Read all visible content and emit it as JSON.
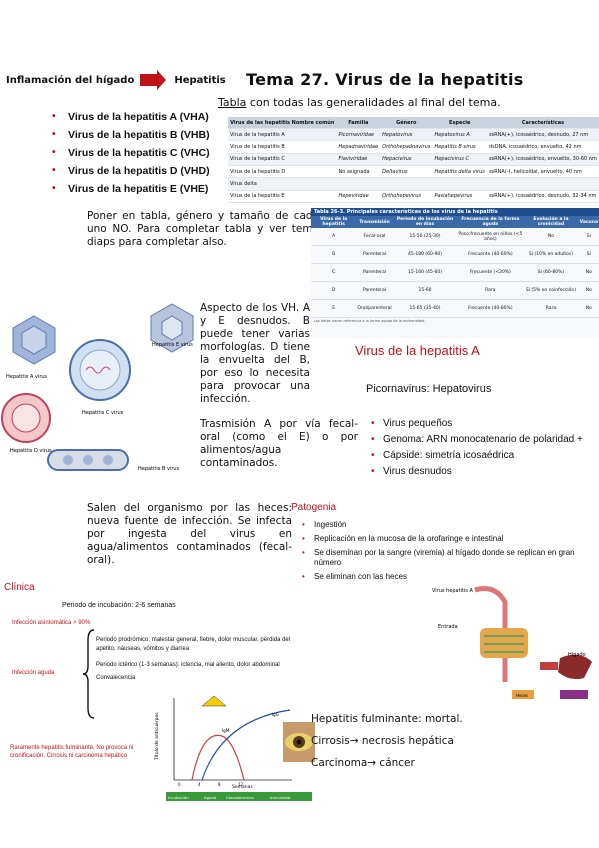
{
  "header": {
    "left_text": "Inflamación del hígado",
    "left_target": "Hepatitis",
    "title": "Tema 27. Virus de la hepatitis",
    "subtitle_link": "Tabla",
    "subtitle_rest": " con todas las generalidades al final del tema."
  },
  "virus_list": [
    "Virus de la hepatitis A (VHA)",
    "Virus de la hepatitis B (VHB)",
    "Virus de la hepatitis C (VHC)",
    "Virus de la hepatitis D (VHD)",
    "Virus de la hepatitis E (VHE)"
  ],
  "note_table": "Poner en tabla, género y tamaño de cada uno NO. Para completar tabla y ver tema diaps para completar also.",
  "table1": {
    "headers": [
      "Virus de las hepatitis Nombre común",
      "Familia",
      "Género",
      "Especie",
      "Características"
    ],
    "rows": [
      [
        "Virus de la hepatitis A",
        "Picornaviridae",
        "Hepatovirus",
        "Hepatovirus A",
        "ssRNA(+), icosaédrico, desnudo, 27 nm"
      ],
      [
        "Virus de la hepatitis B",
        "Hepadnaviridae",
        "Orthohepadnavirus",
        "Hepatitis B virus",
        "dsDNA, icosaédrico, envuelto, 42 nm"
      ],
      [
        "Virus de la hepatitis C",
        "Flaviviridae",
        "Hepacivirus",
        "Hepacivirus C",
        "ssRNA(+), icosaédrico, envuelto, 30-60 nm"
      ],
      [
        "Virus de la hepatitis D",
        "No asignada",
        "Deltavirus",
        "Hepatitis delta virus",
        "ssRNA(-), helicoidal, envuelto, 40 nm"
      ],
      [
        "Virus delta",
        "",
        "",
        "",
        ""
      ],
      [
        "Virus de la hepatitis E",
        "Hepeviridae",
        "Orthohepevirus",
        "Paslahepevirus",
        "ssRNA(+), icosaédrico, desnudo, 32-34 nm"
      ]
    ]
  },
  "table2": {
    "caption": "Tabla 26-3. Principales características de los virus de la hepatitis",
    "headers": [
      "Virus de la hepatitis",
      "Transmisión",
      "Período de incubación en días",
      "Frecuencia de la forma aguda",
      "Evolución a la cronicidad",
      "Vacuna"
    ],
    "rows": [
      [
        "A",
        "Fecal-oral",
        "15-50 (25-30)",
        "Poco frecuente en niños (<5 años)",
        "No",
        "Sí"
      ],
      [
        "B",
        "Parenteral",
        "45-180 (60-90)",
        "Frecuente (40-60%)",
        "Sí (10% en adultos)",
        "Sí"
      ],
      [
        "C",
        "Parenteral",
        "15-160 (45-60)",
        "Frecuente (<20%)",
        "Sí (60-80%)",
        "No"
      ],
      [
        "D",
        "Parenteral",
        "15-60",
        "Rara",
        "Sí (5% en coinfección)",
        "No"
      ],
      [
        "E",
        "Oral/parenteral",
        "15-65 (35-40)",
        "Frecuente (40-80%)",
        "Rara",
        "No"
      ]
    ],
    "footnote": "Los datos hacen referencia a la forma aguda de la enfermedad."
  },
  "virus_images": {
    "hav": "Hepatitis A virus",
    "hev": "Hepatitis E virus",
    "hcv": "Hepatitis C virus",
    "hdv": "Hepatitis D virus",
    "hbv": "Hepatitis B virus"
  },
  "aspect_text": "Aspecto de los VH. A y E desnudos. B puede tener varias morfologías. D tiene la envuelta del B, por eso lo necesita para provocar una infección.",
  "transmission_text": "Trasmisión A por vía fecal-oral (como el E) o por alimentos/agua contaminados.",
  "hav_section": {
    "title": "Virus de la hepatitis A",
    "family": "Picornavirus: Hepatovirus",
    "props": [
      "Virus pequeños",
      "Genoma: ARN monocatenario de polaridad +",
      "Cápside: simetría icosaédrica",
      "Virus desnudos"
    ]
  },
  "exit_text": "Salen del organismo por las heces: nueva fuente de infección. Se infecta por ingesta del virus en agua/alimentos contaminados (fecal-oral).",
  "patogenia": {
    "title": "Patogenia",
    "items": [
      "Ingestión",
      "Replicación en la mucosa de la orofaringe e intestinal",
      "Se diseminan por la sangre (viremia) al hígado donde se replican en gran número",
      "Se eliminan con las heces"
    ],
    "diagram_labels": [
      "Virus hepatitis A",
      "Entrada",
      "Hígado",
      "Heces"
    ]
  },
  "clinica": {
    "title": "Clínica",
    "incubation": "Periodo de incubación: 2-6 semanas",
    "asymptomatic": "Infección asintomática > 90%",
    "acute": "Infección aguda",
    "phases": [
      "Periodo prodrómico: malestar general, fiebre, dolor muscular, pérdida del apetito, náuseas, vómitos y diarrea",
      "Periodo ictérico (1-3 semanas): ictericia, mal aliento, dolor abdominal",
      "Convalecencia"
    ],
    "rare": "Raramente hepatitis fulminante. No provoca ni cronificación. Cirrosis ni carcinoma hepático",
    "graph": {
      "ylabel": "Título de anticuerpos",
      "xlabel": "Semanas",
      "xticks": [
        "0",
        "4",
        "8",
        "12"
      ],
      "series": [
        "IgM",
        "IgG"
      ],
      "legend_band": [
        "Incubación",
        "Aguda",
        "Convalecencia",
        "Inmunidad"
      ]
    }
  },
  "outcomes": [
    "Hepatitis fulminante: mortal.",
    "Cirrosis→ necrosis hepática",
    "Carcinoma→ cáncer"
  ]
}
